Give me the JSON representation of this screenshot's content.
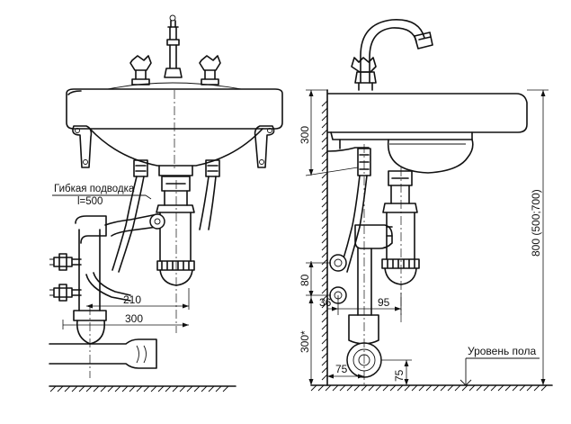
{
  "labels": {
    "flex_hose_title": "Гибкая подводка",
    "flex_hose_length": "l=500",
    "floor_level": "Уровень пола"
  },
  "dimensions": {
    "d210": "210",
    "d300_h": "300",
    "d300_top": "300",
    "d80": "80",
    "d36": "36",
    "d95": "95",
    "d300_star": "300*",
    "d75_h": "75",
    "d75_v": "75",
    "d800": "800 (500;700)"
  }
}
